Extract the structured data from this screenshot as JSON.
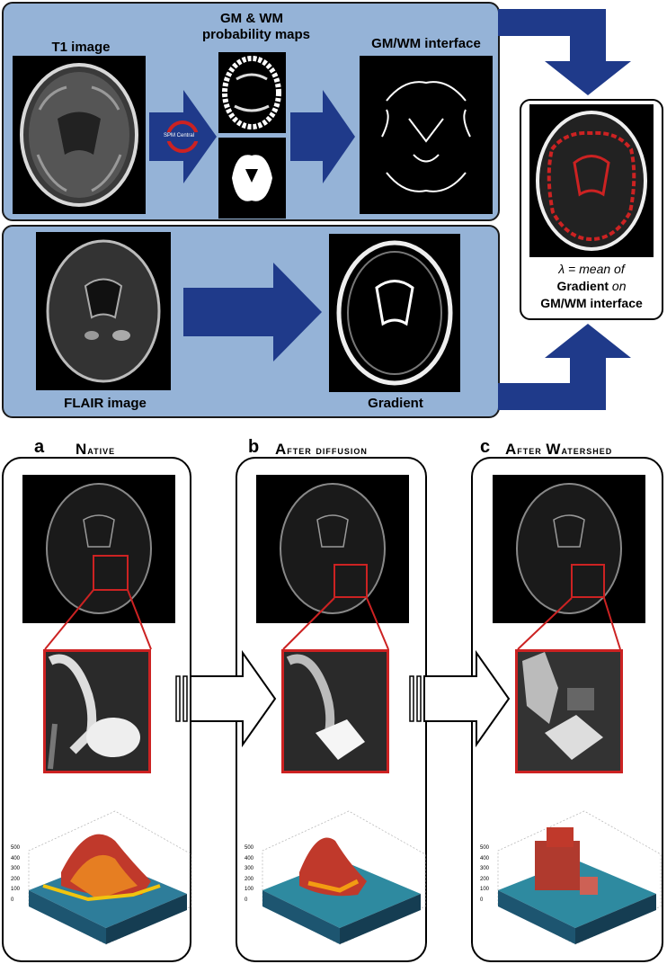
{
  "top": {
    "t1_label": "T1 image",
    "prob_label_line1": "GM & WM",
    "prob_label_line2": "probability maps",
    "interface_label": "GM/WM interface",
    "spm_badge": "SPM Central",
    "flair_label": "FLAIR image",
    "gradient_label": "Gradient"
  },
  "result": {
    "line1_symbol": "λ",
    "line1_rest": " = mean of",
    "line2_bold": "Gradient",
    "line2_italic": " on",
    "line3": "GM/WM interface"
  },
  "panels": [
    {
      "letter": "a",
      "title_cap": "N",
      "title_rest": "ative"
    },
    {
      "letter": "b",
      "title_cap": "A",
      "title_rest": "fter diffusion"
    },
    {
      "letter": "c",
      "title_cap": "A",
      "title_rest": "fter ",
      "title_cap2": "W",
      "title_rest2": "atershed"
    }
  ],
  "axis_ticks": [
    "500",
    "400",
    "300",
    "200",
    "100",
    "0"
  ],
  "colors": {
    "panel_blue": "#95b3d7",
    "arrow_navy": "#1f3a8a",
    "highlight_red": "#cc2222"
  }
}
